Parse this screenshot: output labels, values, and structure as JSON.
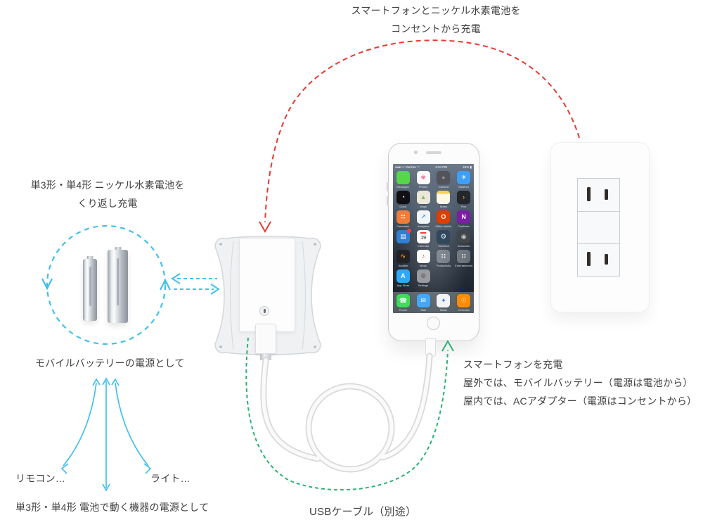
{
  "colors": {
    "red": "#e8392f",
    "cyan": "#41c0ec",
    "green": "#29b374",
    "text": "#3f3f3f",
    "cable": "#fafafa",
    "cable_edge": "#d9d9d9"
  },
  "labels": {
    "top_line1": "スマートフォンとニッケル水素電池を",
    "top_line2": "コンセントから充電",
    "batteries_line1": "単3形・単4形 ニッケル水素電池を",
    "batteries_line2": "くり返し充電",
    "mobile_battery_power": "モバイルバッテリーの電源として",
    "remote": "リモコン…",
    "light": "ライト…",
    "battery_devices": "単3形・単4形 電池で動く機器の電源として",
    "usb_cable": "USBケーブル（別途）",
    "smartphone_line1": "スマートフォンを充電",
    "smartphone_line2": "屋外では、モバイルバッテリー（電源は電池から）",
    "smartphone_line3": "屋内では、ACアダプター（電源はコンセントから）"
  },
  "phone": {
    "status": {
      "signal": "●●●○○",
      "carrier": "Verizon",
      "wifi": "◠",
      "time": "4:34 PM",
      "battery_pct": "44%"
    },
    "apps": [
      {
        "name": "messages",
        "label": "Messages",
        "color": "#55d747",
        "glyph": "",
        "glyph_color": "#fff"
      },
      {
        "name": "photos",
        "label": "Photos",
        "color": "#fafafa",
        "glyph": "❀",
        "glyph_color": "#f06292"
      },
      {
        "name": "camera",
        "label": "Camera",
        "color": "#53535a",
        "glyph": "●",
        "glyph_color": "#8b8b93"
      },
      {
        "name": "weather",
        "label": "Weather",
        "color": "#3f9ff5",
        "glyph": "☀",
        "glyph_color": "#fff"
      },
      {
        "name": "clock",
        "label": "Clock",
        "color": "#101014",
        "glyph": "◔",
        "glyph_color": "#fff"
      },
      {
        "name": "maps",
        "label": "Maps",
        "color": "#ece7d9",
        "glyph": "▲",
        "glyph_color": "#7fbf63"
      },
      {
        "name": "notes",
        "label": "Notes",
        "color": "#fbf7e3",
        "glyph": "",
        "glyph_color": "#fff",
        "special": "notes"
      },
      {
        "name": "plex",
        "label": "Plex",
        "color": "#23262b",
        "glyph": "›",
        "glyph_color": "#e5a00d"
      },
      {
        "name": "calculator",
        "label": "Calculator",
        "color": "#ef7d3a",
        "glyph": "∷",
        "glyph_color": "#fff"
      },
      {
        "name": "analytics",
        "label": "Analytics",
        "color": "#f2f5f7",
        "glyph": "↗",
        "glyph_color": "#3aa0e8"
      },
      {
        "name": "office-mobile",
        "label": "Office Mobile",
        "color": "#de3e02",
        "glyph": "O",
        "glyph_color": "#fff"
      },
      {
        "name": "onenote",
        "label": "OneNote",
        "color": "#7a1fa2",
        "glyph": "N",
        "glyph_color": "#fff"
      },
      {
        "name": "document",
        "label": "",
        "color": "#2f7fd4",
        "glyph": "▤",
        "glyph_color": "#fff",
        "badge": true
      },
      {
        "name": "calendar",
        "label": "Calendar",
        "color": "#fbfbfb",
        "glyph": "19",
        "glyph_color": "#1c1c1e",
        "special": "calendar"
      },
      {
        "name": "tweetbot",
        "label": "Tweetbot",
        "color": "#31475c",
        "glyph": "ʘ",
        "glyph_color": "#cfe3f2"
      },
      {
        "name": "automatic",
        "label": "Automatic",
        "color": "#42464b",
        "glyph": "◉",
        "glyph_color": "#c3c7cc"
      },
      {
        "name": "audible",
        "label": "Audible",
        "color": "#222226",
        "glyph": "∿",
        "glyph_color": "#f8991c"
      },
      {
        "name": "music",
        "label": "Music",
        "color": "#fcfcfc",
        "glyph": "♪",
        "glyph_color": "#fc3c44"
      },
      {
        "name": "productivity-folder",
        "label": "Productivity",
        "color": "rgba(255,255,255,0.3)",
        "glyph": "∷",
        "glyph_color": "#fff"
      },
      {
        "name": "entertainment-folder",
        "label": "Entertainment",
        "color": "rgba(255,255,255,0.3)",
        "glyph": "∷",
        "glyph_color": "#fff"
      },
      {
        "name": "app-store",
        "label": "App Store",
        "color": "#2da9fb",
        "glyph": "A",
        "glyph_color": "#fff"
      },
      {
        "name": "settings",
        "label": "Settings",
        "color": "#9a9aa1",
        "glyph": "⚙",
        "glyph_color": "#55555c"
      }
    ],
    "dock": [
      {
        "name": "phone",
        "label": "Phone",
        "color": "#3ddc5a",
        "glyph": "☎",
        "glyph_color": "#fff"
      },
      {
        "name": "mail",
        "label": "Mail",
        "color": "#44a8fa",
        "glyph": "✉",
        "glyph_color": "#fff"
      },
      {
        "name": "safari",
        "label": "Safari",
        "color": "#f4f4f4",
        "glyph": "✦",
        "glyph_color": "#2f7cf6"
      },
      {
        "name": "overcast",
        "label": "Overcast",
        "color": "#ff8b00",
        "glyph": "☉",
        "glyph_color": "#fff"
      }
    ]
  }
}
